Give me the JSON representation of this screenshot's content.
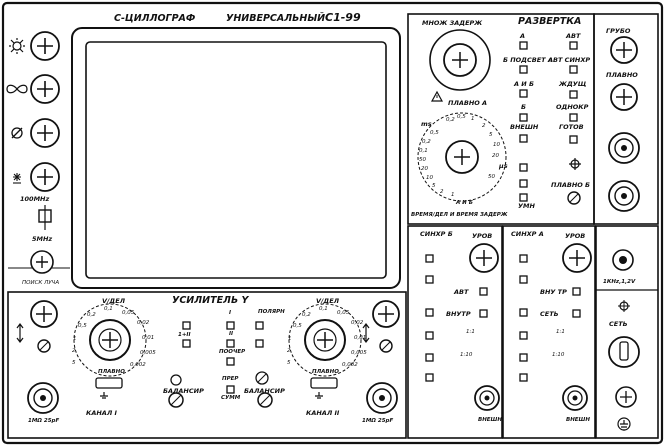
{
  "top_labels": {
    "title": "С-ЦИЛЛОГРАФ",
    "subtitle": "УНИВЕРСАЛЬНЫЙ",
    "model": "С1-99"
  },
  "left_column": {
    "freq_100": "100МНz",
    "freq_5": "5МНz",
    "search": "ПОИСК ЛУЧА"
  },
  "timebase": {
    "title": "РАЗВЕРТКА",
    "mult_delay": "МНОЖ ЗАДЕРЖ",
    "fine_a": "ПЛАВНО А",
    "time_div": "ВРЕМЯ/ДЕЛ И ВРЕМЯ ЗАДЕРЖ",
    "a": "А",
    "b_highlight": "Б ПОДСВЕТ А",
    "a_and_b": "А И Б",
    "b": "Б",
    "external": "ВНЕШН",
    "auto": "АВТ",
    "auto_sync": "АВТ СИНХР",
    "waiting": "ЖДУЩ",
    "single": "ОДНОКР",
    "ready": "ГОТОВ",
    "fine_b": "ПЛАВНО Б",
    "coarse": "ГРУБО",
    "fine": "ПЛАВНО",
    "ms": "ms",
    "us": "μs",
    "mult_label": "УМН",
    "dial_left": [
      "0,5",
      "0,2",
      "0,1",
      "50",
      "20",
      "10",
      "5",
      "2",
      "1"
    ],
    "dial_right": [
      "0,2",
      "0,5",
      "1",
      "2",
      "5",
      "10",
      "20",
      "50"
    ]
  },
  "sync_b": {
    "title": "СИНХР Б",
    "level": "УРОВ",
    "auto": "АВТ",
    "internal": "ВНУТР",
    "ratio1": "1:1",
    "ratio10": "1:10",
    "ext": "ВНЕШН"
  },
  "sync_a": {
    "title": "СИНХР А",
    "level": "УРОВ",
    "internal": "ВНУ ТР",
    "mains": "СЕТЬ",
    "ratio1": "1:1",
    "ratio10": "1:10",
    "ext": "ВНЕШН"
  },
  "right_column": {
    "cal": "1КНz,1,2V",
    "mains": "СЕТЬ"
  },
  "amplifier": {
    "title": "УСИЛИТЕЛЬ Y",
    "volt_div": "V/ДЕЛ",
    "channel1": "КАНАЛ I",
    "channel2": "КАНАЛ II",
    "balance1": "БАЛАНСИР",
    "balance2": "БАЛАНСИР",
    "fine": "ПЛАВНО",
    "polarity": "ПОЛЯРН",
    "input1": "1МΩ 25pF",
    "input2": "1МΩ 25pF",
    "mode_1_2": "1+II",
    "mode_chop": "ПРЕР",
    "mode_alt": "ПООЧЕР",
    "mode_sum": "СУММ",
    "one": "I",
    "two": "II",
    "dial_vals": [
      "5",
      "2",
      "1",
      "0,5",
      "0,2",
      "0,1",
      "0,05",
      "0,02",
      "0,01",
      "0,005",
      "0,002"
    ]
  }
}
